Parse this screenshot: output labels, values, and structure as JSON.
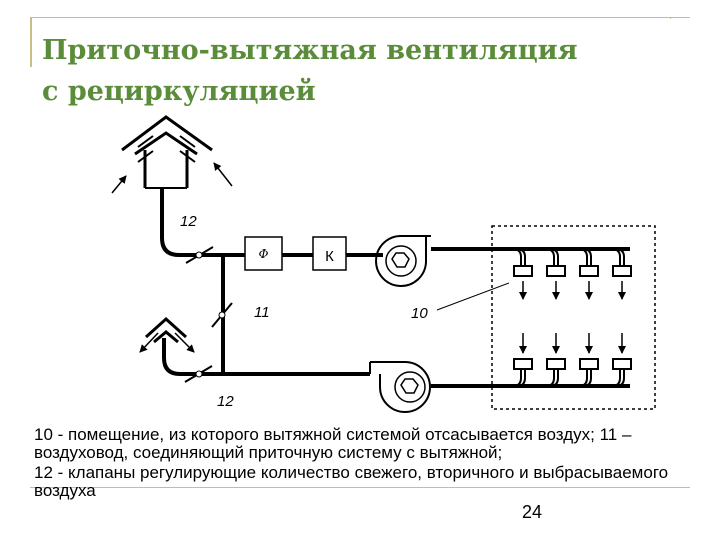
{
  "title": {
    "line1": "Приточно-вытяжная вентиляция",
    "line2": "с рециркуляцией"
  },
  "diagram": {
    "filter_label": "Ф",
    "heater_label": "К",
    "callouts": {
      "valve_top": "12",
      "duct": "11",
      "room": "10",
      "valve_bottom": "12"
    }
  },
  "caption": {
    "line1": "10 - помещение, из которого вытяжной системой отсасывается воздух;  11 – воздуховод, соединяющий приточную систему с вытяжной;",
    "line2": "12 - клапаны регулирующие количество свежего, вторичного и выбрасываемого воздуха"
  },
  "page_number": "24",
  "colors": {
    "title": "#5a8c3a",
    "frame": "#c9bf86",
    "ink": "#000000"
  }
}
